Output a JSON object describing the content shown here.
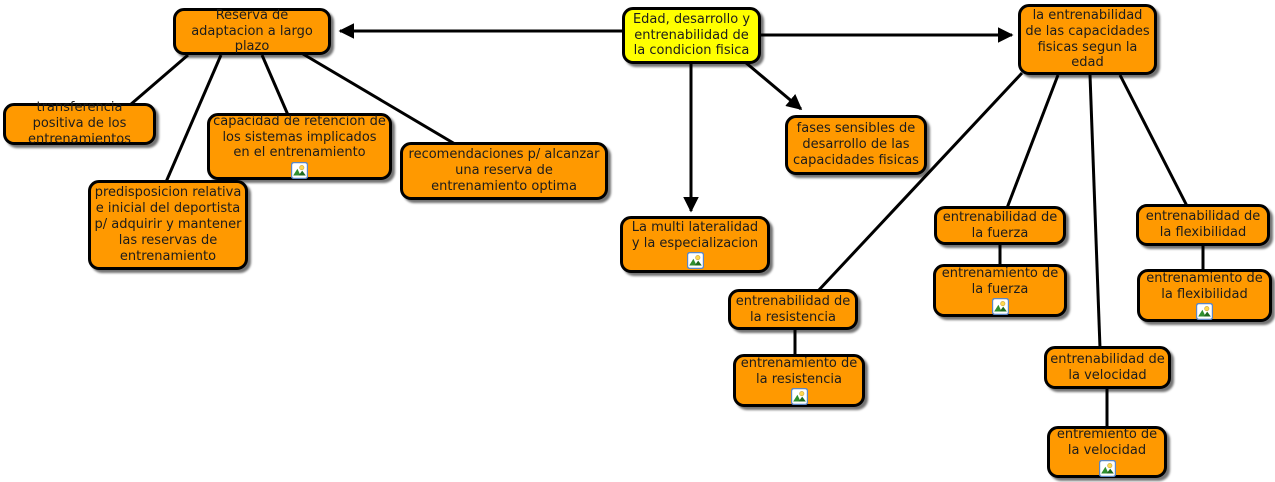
{
  "diagram_type": "concept-map",
  "colors": {
    "concept_fill": "#FF9900",
    "root_fill": "#FFFF00",
    "border": "#000000",
    "line": "#000000",
    "text": "#1C1C1C",
    "background": "#FFFFFF"
  },
  "icons": {
    "resource_icon_name": "image-resource-icon"
  },
  "nodes": {
    "root": {
      "label": "Edad, desarrollo y entrenabilidad de la condicion fisica",
      "has_resource_icon": false
    },
    "reserva": {
      "label": "Reserva de adaptacion a largo plazo",
      "has_resource_icon": false
    },
    "transferencia": {
      "label": "transferencia positiva de los entrenamientos",
      "has_resource_icon": false
    },
    "capacidad": {
      "label": "capacidad de retencion de los sistemas implicados en el entrenamiento",
      "has_resource_icon": true
    },
    "predisposicion": {
      "label": "predisposicion relativa e inicial del deportista p/ adquirir y mantener las reservas de entrenamiento",
      "has_resource_icon": false
    },
    "recomendaciones": {
      "label": "recomendaciones p/ alcanzar una reserva de entrenamiento optima",
      "has_resource_icon": false
    },
    "fases": {
      "label": "fases sensibles de desarrollo de las capacidades fisicas",
      "has_resource_icon": false
    },
    "multilateralidad": {
      "label": "La multi lateralidad y la especializacion",
      "has_resource_icon": true
    },
    "entrenabilidad_capacidades": {
      "label": "la entrenabilidad de las capacidades fisicas segun la edad",
      "has_resource_icon": false
    },
    "entrenabilidad_fuerza": {
      "label": "entrenabilidad de la fuerza",
      "has_resource_icon": false
    },
    "entrenamiento_fuerza": {
      "label": "entrenamiento de la fuerza",
      "has_resource_icon": true
    },
    "entrenabilidad_flexibilidad": {
      "label": "entrenabilidad de la flexibilidad",
      "has_resource_icon": false
    },
    "entrenamiento_flexibilidad": {
      "label": "entrenamiento de la flexibilidad",
      "has_resource_icon": true
    },
    "entrenabilidad_resistencia": {
      "label": "entrenabilidad de la resistencia",
      "has_resource_icon": false
    },
    "entrenamiento_resistencia": {
      "label": "entrenamiento de la resistencia",
      "has_resource_icon": true
    },
    "entrenabilidad_velocidad": {
      "label": "entrenabilidad de la velocidad",
      "has_resource_icon": false
    },
    "entremiento_velocidad": {
      "label": "entremiento de la velocidad",
      "has_resource_icon": true
    }
  },
  "edges": [
    {
      "from": "root",
      "to": "reserva",
      "arrow": true
    },
    {
      "from": "root",
      "to": "entrenabilidad_capacidades",
      "arrow": true
    },
    {
      "from": "root",
      "to": "multilateralidad",
      "arrow": true
    },
    {
      "from": "root",
      "to": "fases",
      "arrow": true
    },
    {
      "from": "reserva",
      "to": "transferencia",
      "arrow": false
    },
    {
      "from": "reserva",
      "to": "predisposicion",
      "arrow": false
    },
    {
      "from": "reserva",
      "to": "capacidad",
      "arrow": false
    },
    {
      "from": "reserva",
      "to": "recomendaciones",
      "arrow": false
    },
    {
      "from": "entrenabilidad_capacidades",
      "to": "entrenabilidad_resistencia",
      "arrow": false
    },
    {
      "from": "entrenabilidad_capacidades",
      "to": "entrenabilidad_fuerza",
      "arrow": false
    },
    {
      "from": "entrenabilidad_capacidades",
      "to": "entrenabilidad_velocidad",
      "arrow": false
    },
    {
      "from": "entrenabilidad_capacidades",
      "to": "entrenabilidad_flexibilidad",
      "arrow": false
    },
    {
      "from": "entrenabilidad_fuerza",
      "to": "entrenamiento_fuerza",
      "arrow": false
    },
    {
      "from": "entrenabilidad_flexibilidad",
      "to": "entrenamiento_flexibilidad",
      "arrow": false
    },
    {
      "from": "entrenabilidad_resistencia",
      "to": "entrenamiento_resistencia",
      "arrow": false
    },
    {
      "from": "entrenabilidad_velocidad",
      "to": "entremiento_velocidad",
      "arrow": false
    }
  ]
}
